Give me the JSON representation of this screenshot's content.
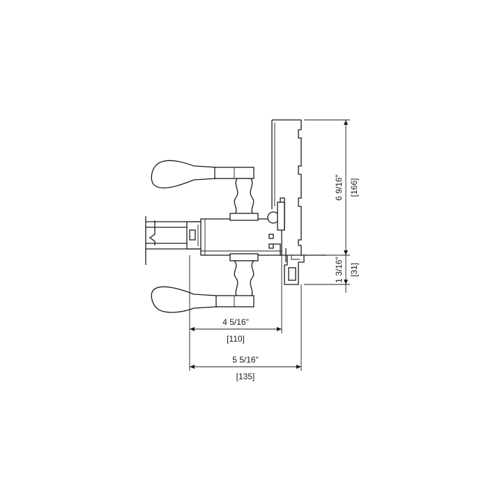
{
  "dimensions": {
    "width_small": {
      "imperial": "4 5/16\"",
      "metric": "[110]"
    },
    "width_large": {
      "imperial": "5 5/16\"",
      "metric": "[135]"
    },
    "height_large": {
      "imperial": "6 9/16\"",
      "metric": "[166]"
    },
    "height_small": {
      "imperial": "1 3/16\"",
      "metric": "[31]"
    }
  }
}
